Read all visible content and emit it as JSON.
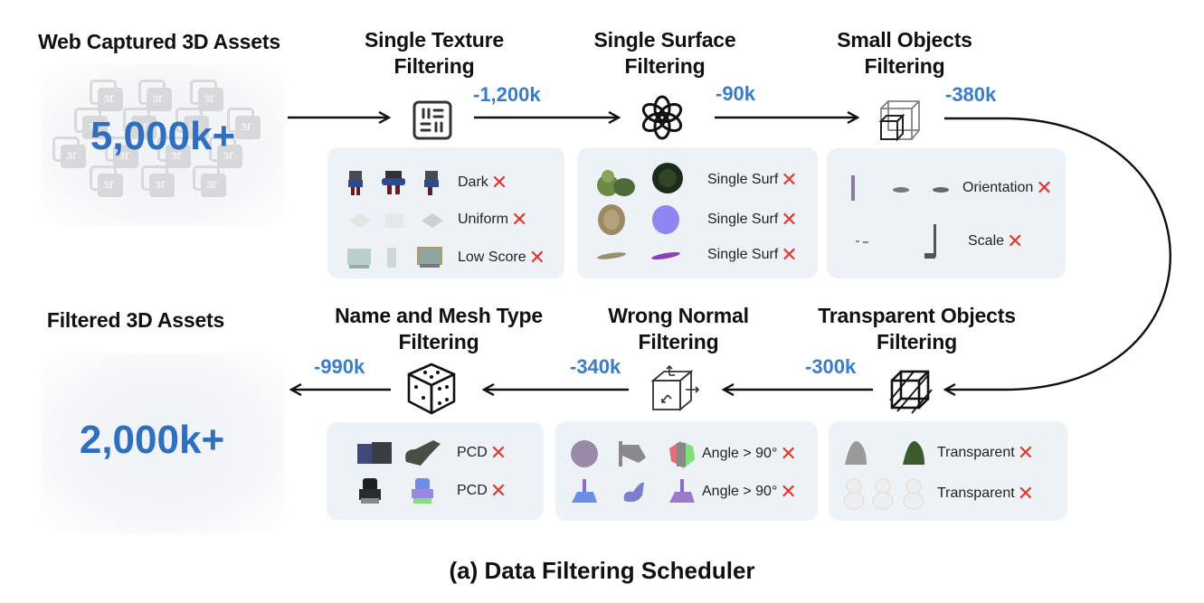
{
  "caption": "(a) Data Filtering Scheduler",
  "source": {
    "title": "Web Captured 3D Assets",
    "count": "5,000k+",
    "tile_label": "3D"
  },
  "result": {
    "title": "Filtered 3D Assets",
    "count": "2,000k+"
  },
  "colors": {
    "accent_blue": "#2f6fbf",
    "reject_red": "#e0372d",
    "panel_bg": "#edf2f7"
  },
  "stages": [
    {
      "title_line1": "Single Texture",
      "title_line2": "Filtering",
      "icon": "texture-grid-icon",
      "removed": "-1,200k",
      "rows": [
        {
          "label": "Dark",
          "reject": "✕"
        },
        {
          "label": "Uniform",
          "reject": "✕"
        },
        {
          "label": "Low Score",
          "reject": "✕"
        }
      ]
    },
    {
      "title_line1": "Single Surface",
      "title_line2": "Filtering",
      "icon": "openai-knot-icon",
      "removed": "-90k",
      "rows": [
        {
          "label": "Single Surf",
          "reject": "✕"
        },
        {
          "label": "Single Surf",
          "reject": "✕"
        },
        {
          "label": "Single Surf",
          "reject": "✕"
        }
      ]
    },
    {
      "title_line1": "Small Objects",
      "title_line2": "Filtering",
      "icon": "nested-cube-icon",
      "removed": "-380k",
      "rows": [
        {
          "label": "Orientation",
          "reject": "✕"
        },
        {
          "label": "Scale",
          "reject": "✕"
        }
      ]
    },
    {
      "title_line1": "Transparent Objects",
      "title_line2": "Filtering",
      "icon": "hatched-cube-icon",
      "removed": "-300k",
      "rows": [
        {
          "label": "Transparent",
          "reject": "✕"
        },
        {
          "label": "Transparent",
          "reject": "✕"
        }
      ]
    },
    {
      "title_line1": "Wrong Normal",
      "title_line2": "Filtering",
      "icon": "normal-arrows-cube-icon",
      "removed": "-340k",
      "rows": [
        {
          "label": "Angle > 90°",
          "reject": "✕"
        },
        {
          "label": "Angle > 90°",
          "reject": "✕"
        }
      ]
    },
    {
      "title_line1": "Name and Mesh Type",
      "title_line2": "Filtering",
      "icon": "dice-cube-icon",
      "removed": "-990k",
      "rows": [
        {
          "label": "PCD",
          "reject": "✕"
        },
        {
          "label": "PCD",
          "reject": "✕"
        }
      ]
    }
  ]
}
